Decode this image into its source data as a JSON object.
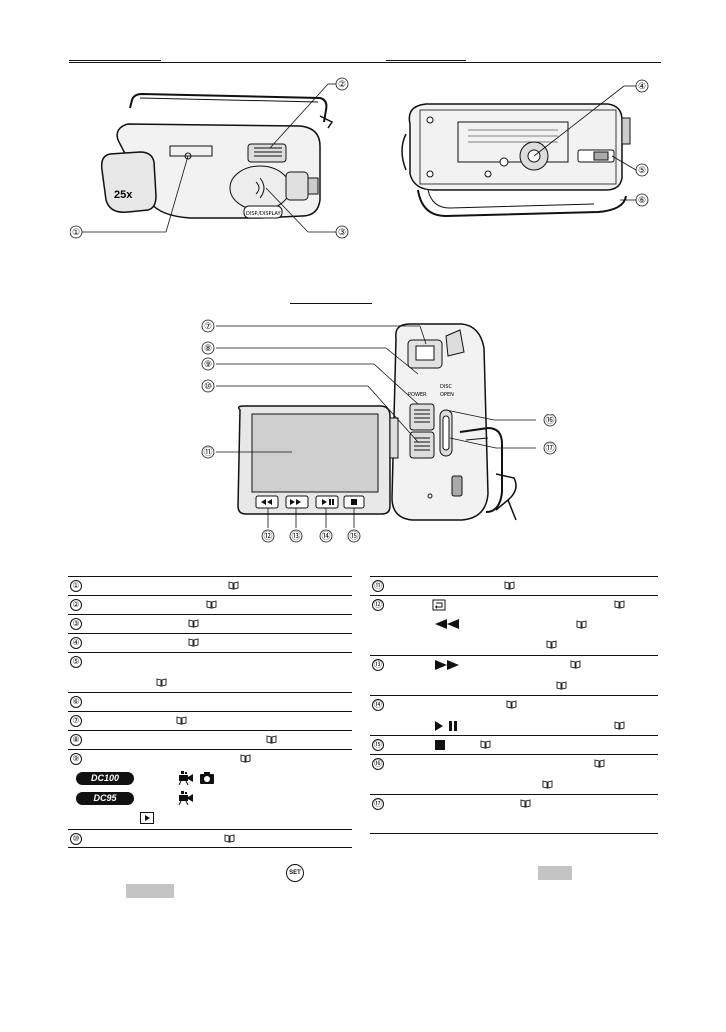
{
  "callouts": {
    "top_left": [
      "①",
      "②",
      "③"
    ],
    "top_right": [
      "④",
      "⑤",
      "⑥"
    ],
    "middle": [
      "⑦",
      "⑧",
      "⑨",
      "⑩",
      "⑪",
      "⑫",
      "⑬",
      "⑭",
      "⑮",
      "⑯",
      "⑰"
    ]
  },
  "camera_labels": {
    "zoom_text": "25x",
    "disp_button": "DISP./DISPLAY",
    "power_label": "POWER",
    "disc_label": "DISC",
    "open_label": "OPEN"
  },
  "legend_left": [
    {
      "num": "①"
    },
    {
      "num": "②"
    },
    {
      "num": "③"
    },
    {
      "num": "④"
    },
    {
      "num": "⑤"
    },
    {
      "num": "⑥"
    },
    {
      "num": "⑦"
    },
    {
      "num": "⑧"
    },
    {
      "num": "⑨",
      "chip_a": "DC100",
      "chip_b": "DC95"
    },
    {
      "num": "⑩"
    }
  ],
  "legend_right": [
    {
      "num": "⑪"
    },
    {
      "num": "⑫"
    },
    {
      "num": "⑬"
    },
    {
      "num": "⑭"
    },
    {
      "num": "⑮"
    },
    {
      "num": "⑯"
    },
    {
      "num": "⑰"
    }
  ],
  "footer": {
    "set_label": "SET"
  },
  "colors": {
    "ink": "#111111",
    "grey_bar": "#c4c4c4"
  }
}
